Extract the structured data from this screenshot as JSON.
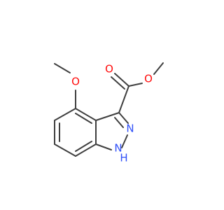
{
  "molecule": {
    "atoms": {
      "ester_o_carbonyl": "O",
      "ester_o_ether": "O",
      "methoxy_o": "O",
      "ring_n2": "N",
      "ring_n1": "N",
      "ring_h": "H"
    }
  },
  "colors": {
    "bond": "#3f3f3f",
    "oxygen": "#ff0d0d",
    "nitrogen": "#3050f8"
  }
}
